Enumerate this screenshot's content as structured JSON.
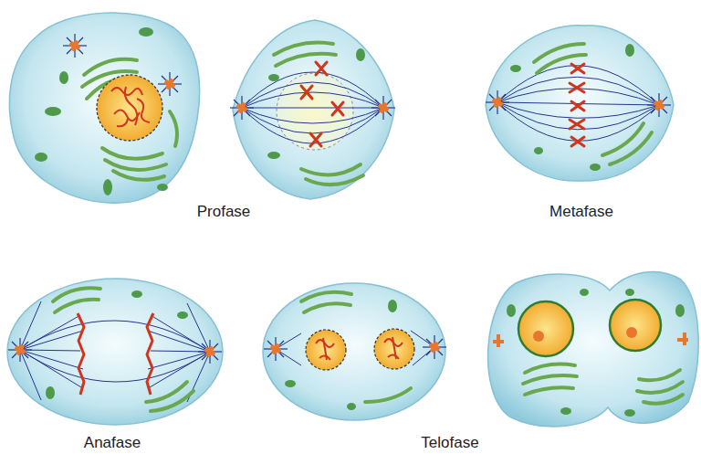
{
  "diagram": {
    "labels": [
      "Profase",
      "Metafase",
      "Anafase",
      "Telofase"
    ]
  }
}
